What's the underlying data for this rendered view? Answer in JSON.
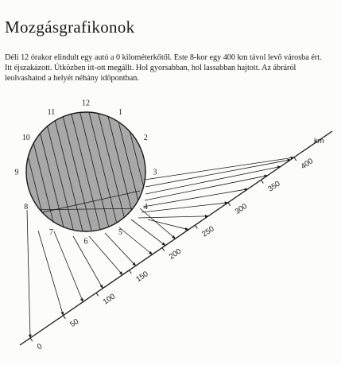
{
  "title": "Mozgásgrafikonok",
  "intro": "Déli 12 órakor elindult egy autó a 0 kilométerkőtől. Este 8-kor egy 400 km távol levő városba ért. Itt éjszakázott. Útközben itt-ott megállt. Hol gyorsabban, hol lassabban hajtott. Az ábráról leolvashatod a helyét néhány időpontban.",
  "clock": {
    "hour_labels": [
      "12",
      "1",
      "2",
      "3",
      "4",
      "5",
      "6",
      "7",
      "8",
      "9",
      "10",
      "11"
    ],
    "face_color": "#a8a8a8"
  },
  "scale": {
    "unit": "km",
    "tick_labels": [
      "0",
      "50",
      "100",
      "150",
      "200",
      "250",
      "300",
      "350",
      "400"
    ]
  }
}
